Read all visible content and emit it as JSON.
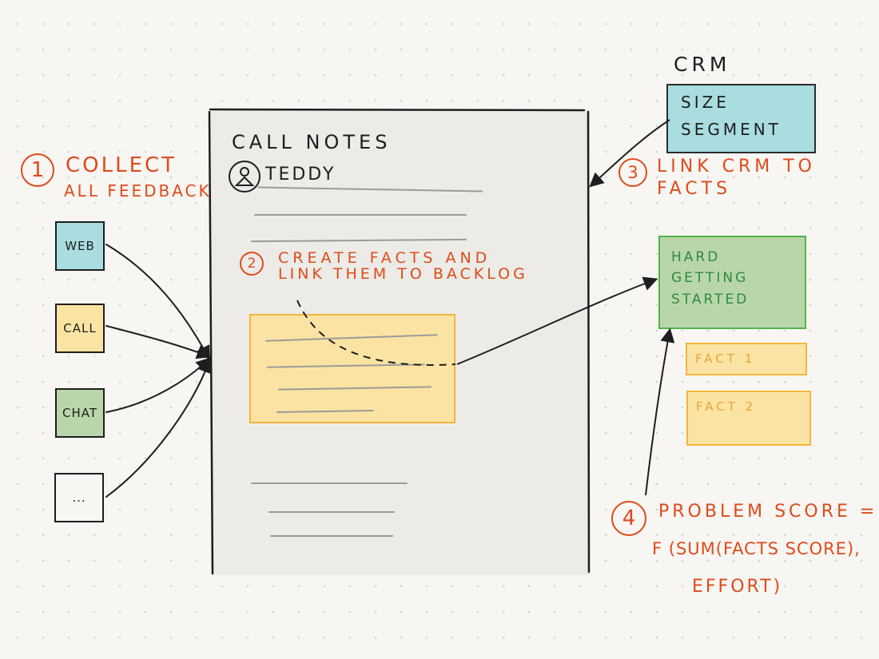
{
  "sources": {
    "web": "web",
    "call": "call",
    "chat": "chat",
    "more": "..."
  },
  "steps": {
    "collect_num": "1",
    "collect_line1": "collect",
    "collect_line2": "all feedback",
    "facts_num": "2",
    "facts_line1": "create facts and",
    "facts_line2": "link them to backlog",
    "crm_num": "3",
    "crm_line1": "link crm to",
    "crm_line2": "facts",
    "score_num": "4",
    "score_line1": "problem score =",
    "score_line2": "f (sum(facts score),",
    "score_line3": "effort)"
  },
  "document": {
    "title": "call notes",
    "user": "teddy"
  },
  "crm": {
    "title": "crm",
    "line1": "size",
    "line2": "segment"
  },
  "problem": {
    "line1": "hard",
    "line2": "getting",
    "line3": "started"
  },
  "facts": {
    "fact1": "fact 1",
    "fact2": "fact 2"
  },
  "colors": {
    "orange_ink": "#de4b1a",
    "teal": "#a9dde0",
    "yellow": "#fbe4a3",
    "green": "#b9d6ab"
  }
}
